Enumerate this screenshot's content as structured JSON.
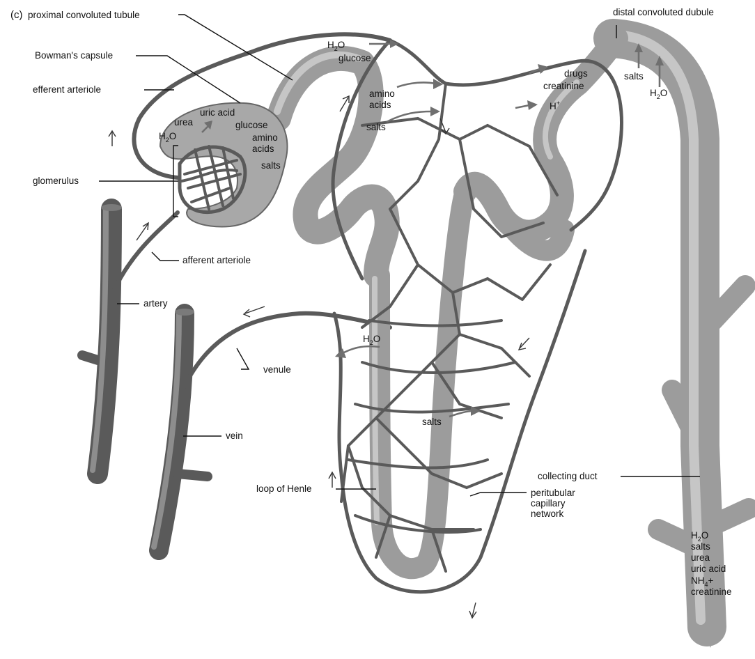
{
  "figure": {
    "panel_letter": "(c)"
  },
  "labels": {
    "proximal_convoluted_tubule": "proximal convoluted tubule",
    "bowmans_capsule": "Bowman's capsule",
    "efferent_arteriole": "efferent arteriole",
    "glomerulus": "glomerulus",
    "afferent_arteriole": "afferent arteriole",
    "artery": "artery",
    "venule": "venule",
    "vein": "vein",
    "loop_of_henle": "loop of Henle",
    "peritubular_line1": "peritubular",
    "peritubular_line2": "capillary",
    "peritubular_line3": "network",
    "collecting_duct": "collecting duct",
    "distal_convoluted_tubule": "distal convoluted dubule"
  },
  "substances": {
    "capsule_h2o": "H",
    "capsule_h2o_sub": "2",
    "capsule_h2o_end": "O",
    "capsule_urea": "urea",
    "capsule_uric_acid": "uric acid",
    "capsule_glucose": "glucose",
    "capsule_amino1": "amino",
    "capsule_amino2": "acids",
    "capsule_salts": "salts",
    "top_h2o": "H",
    "top_h2o_sub": "2",
    "top_h2o_end": "O",
    "top_glucose": "glucose",
    "mid_amino1": "amino",
    "mid_amino2": "acids",
    "mid_salts": "salts",
    "drugs": "drugs",
    "creatinine": "creatinine",
    "h_plus": "H",
    "h_plus_sup": "+",
    "distal_salts": "salts",
    "distal_h2o": "H",
    "distal_h2o_sub": "2",
    "distal_h2o_end": "O",
    "loop_h2o": "H",
    "loop_h2o_sub": "2",
    "loop_h2o_end": "O",
    "loop_salts": "salts",
    "urine_h2o": "H",
    "urine_h2o_sub": "2",
    "urine_h2o_end": "O",
    "urine_salts": "salts",
    "urine_urea": "urea",
    "urine_uric_acid": "uric acid",
    "urine_nh4": "NH",
    "urine_nh4_sub": "4",
    "urine_nh4_end": "+",
    "urine_creatinine": "creatinine"
  }
}
